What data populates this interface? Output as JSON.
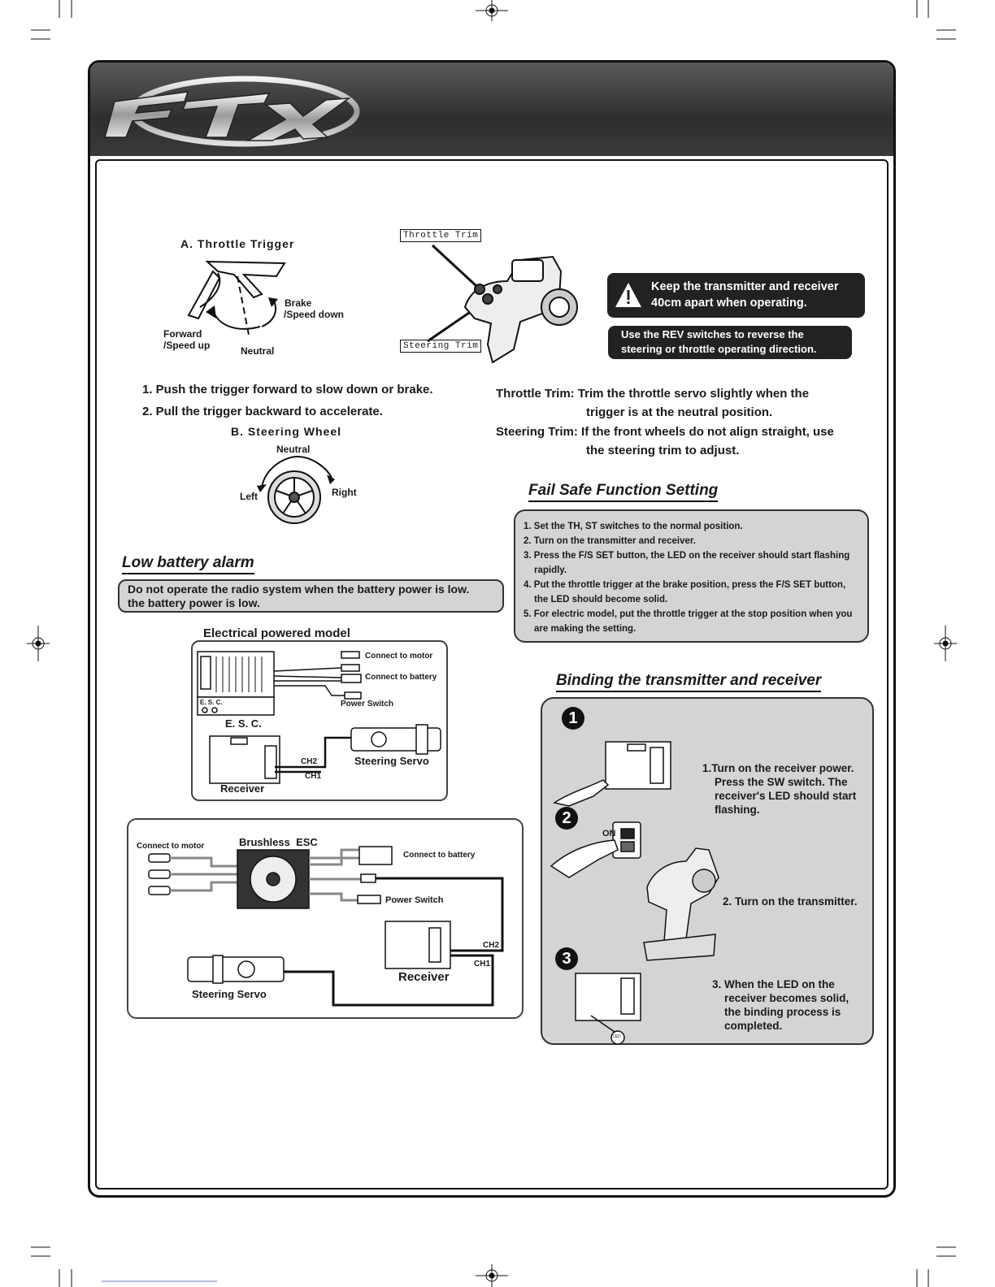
{
  "throttle": {
    "title": "A. Throttle Trigger",
    "brake": "Brake",
    "speed_down": "/Speed down",
    "forward": "Forward",
    "speed_up": "/Speed up",
    "neutral": "Neutral",
    "step1": "1. Push the trigger forward to slow down or brake.",
    "step2": "2. Pull the trigger backward to accelerate."
  },
  "steering": {
    "title": "B. Steering Wheel",
    "neutral": "Neutral",
    "left": "Left",
    "right": "Right"
  },
  "transmitter": {
    "throttle_trim_label": "Throttle Trim",
    "steering_trim_label": "Steering Trim"
  },
  "warnings": {
    "distance_line1": "Keep the transmitter and receiver",
    "distance_line2": "40cm apart when operating.",
    "rev_line1": "Use the REV switches to reverse the",
    "rev_line2": "steering or throttle operating direction."
  },
  "trims": {
    "throttle_a": "Throttle Trim: Trim the throttle servo slightly when the",
    "throttle_b": "trigger is at the neutral position.",
    "steering_a": "Steering Trim: If the front wheels do not align straight, use",
    "steering_b": "the steering trim to adjust."
  },
  "failsafe": {
    "title": "Fail Safe Function Setting",
    "items": [
      "1. Set the TH, ST switches to the normal position.",
      "2. Turn on the transmitter and receiver.",
      "3. Press the F/S SET button, the LED on the receiver should start flashing",
      "rapidly.",
      "4. Put the throttle trigger at the brake position, press the F/S SET button,",
      "the LED should become solid.",
      "5. For electric model, put the throttle trigger at the stop position when you",
      "are making the setting."
    ]
  },
  "battery": {
    "title": "Low battery alarm",
    "line1": "Do not operate the radio system when the battery power is low.",
    "line2": "the battery power is low."
  },
  "electric": {
    "title": "Electrical powered model",
    "connect_motor": "Connect to motor",
    "connect_battery": "Connect to battery",
    "power_switch": "Power Switch",
    "esc_small": "E. S. C.",
    "esc": "E. S. C.",
    "steering_servo": "Steering Servo",
    "receiver": "Receiver",
    "ch2": "CH2",
    "ch1": "CH1"
  },
  "brushless": {
    "title": "Brushless  ESC",
    "connect_motor": "Connect to motor",
    "connect_battery": "Connect to battery",
    "power_switch": "Power Switch",
    "receiver": "Receiver",
    "steering_servo": "Steering Servo",
    "ch2": "CH2",
    "ch1": "CH1"
  },
  "binding": {
    "title": "Binding the transmitter and receiver",
    "n1": "1",
    "n2": "2",
    "n3": "3",
    "on": "ON",
    "led": "LED",
    "step1": [
      "1.Turn on the receiver power.",
      "Press the SW switch. The",
      "receiver's LED should start",
      "flashing."
    ],
    "step2": "2. Turn on the transmitter.",
    "step3": [
      "3. When the LED on the",
      "receiver becomes solid,",
      "the binding process is",
      "completed."
    ]
  }
}
